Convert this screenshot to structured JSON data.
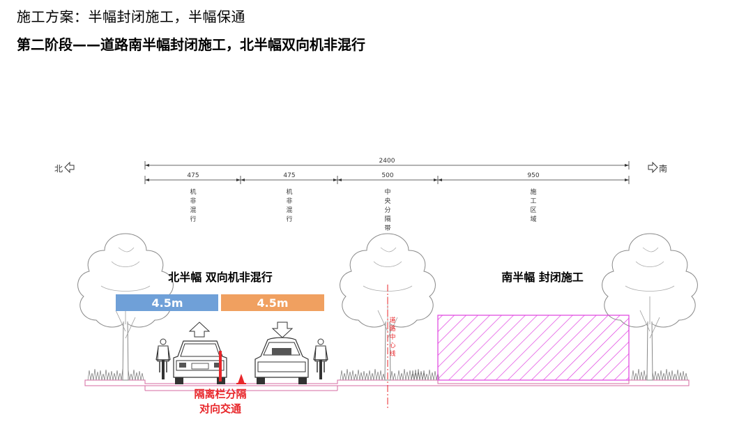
{
  "header": {
    "subtitle": "施工方案：半幅封闭施工，半幅保通",
    "title": "第二阶段——道路南半幅封闭施工，北半幅双向机非混行"
  },
  "compass": {
    "north": "北",
    "south": "南"
  },
  "dimensions": {
    "total": "2400",
    "segments": [
      {
        "value": "475",
        "label": "机非混行"
      },
      {
        "value": "475",
        "label": "机非混行"
      },
      {
        "value": "500",
        "label": "中央分隔带"
      },
      {
        "value": "950",
        "label": "施工区域"
      }
    ]
  },
  "labels": {
    "north_half": "北半幅 双向机非混行",
    "south_half": "南半幅 封闭施工",
    "lane_left_width": "4.5m",
    "lane_right_width": "4.5m",
    "barrier_line1": "隔离栏分隔",
    "barrier_line2": "对向交通",
    "center_line": "道路中心线"
  },
  "colors": {
    "lane_left": "#6fa0d8",
    "lane_right": "#f0a060",
    "hatch": "#e040e0",
    "alert": "#e8262a"
  }
}
